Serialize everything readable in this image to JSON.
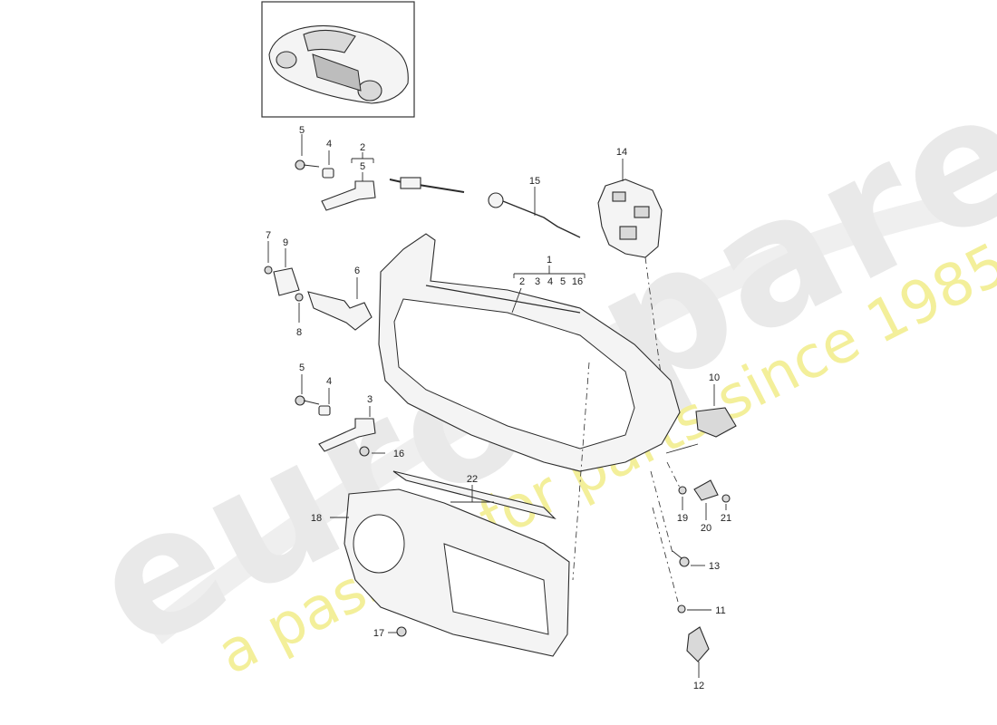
{
  "watermark": {
    "brand": "eurospares",
    "slogan": "a passion for parts since 1985"
  },
  "callouts": {
    "c1": "1",
    "c2": "2",
    "c2b": "2",
    "c3": "3",
    "c4": "4",
    "c4b": "4",
    "c4c": "4",
    "c5": "5",
    "c5a": "5",
    "c5b": "5",
    "c5c": "5",
    "c6": "6",
    "c7": "7",
    "c8": "8",
    "c9": "9",
    "c10": "10",
    "c11": "11",
    "c12": "12",
    "c13": "13",
    "c14": "14",
    "c15": "15",
    "c16": "16",
    "c16b": "16",
    "c17": "17",
    "c18": "18",
    "c19": "19",
    "c20": "20",
    "c21": "21",
    "c22": "22"
  }
}
